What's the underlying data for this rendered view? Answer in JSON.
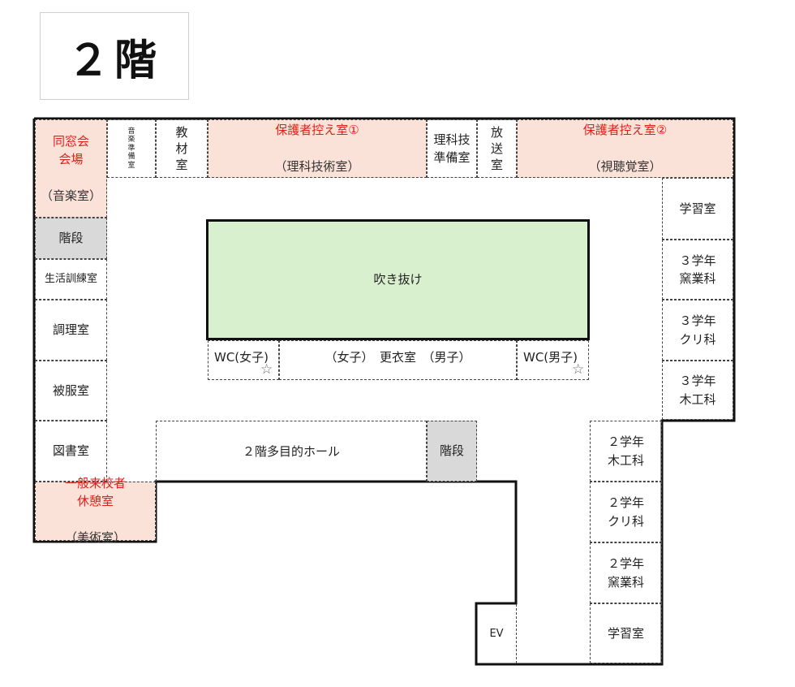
{
  "title": "２階",
  "rooms": {
    "doso_main": "同窓会\n会場",
    "doso_sub": "（音楽室）",
    "ongaku_junbi": "音\n楽\n準\n備\n室",
    "kyozai": "教\n材\n室",
    "hogosha1_main": "保護者控え室①",
    "hogosha1_sub": "（理科技術室）",
    "rika_junbi": "理科技\n準備室",
    "hoso": "放\n送\n室",
    "hogosha2_main": "保護者控え室②",
    "hogosha2_sub": "（視聴覚室）",
    "kaidan_left": "階段",
    "seikatsu": "生活訓練室",
    "chori": "調理室",
    "hifuku": "被服室",
    "tosho": "図書室",
    "kyukei_main": "一般来校者\n休憩室",
    "kyukei_sub": "（美術室）",
    "fukinuke": "吹き抜け",
    "wc_women": "WC(女子)",
    "koishitsu": "（女子）　更衣室　（男子）",
    "wc_men": "WC(男子)",
    "hall": "２階多目的ホール",
    "kaidan_center": "階段",
    "gakushu_top": "学習室",
    "yogyo3": "３学年\n窯業科",
    "kuri3": "３学年\nクリ科",
    "mokko3": "３学年\n木工科",
    "mokko2": "２学年\n木工科",
    "kuri2": "２学年\nクリ科",
    "yogyo2": "２学年\n窯業科",
    "ev": "EV",
    "gakushu_bottom": "学習室"
  },
  "symbols": {
    "star": "☆"
  },
  "colors": {
    "pink": "#fbe2d8",
    "gray": "#d9d9d9",
    "green": "#d9f0cf",
    "red": "#e0201b"
  }
}
